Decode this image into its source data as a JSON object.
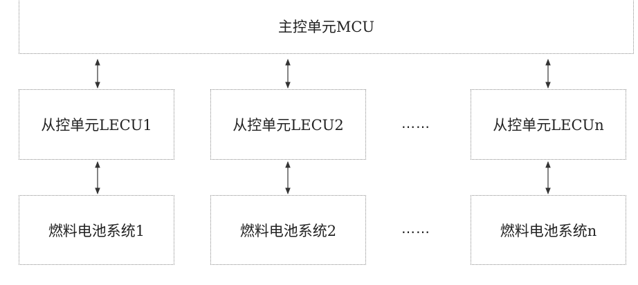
{
  "mcu": {
    "label": "主控单元MCU"
  },
  "lecu": [
    {
      "label": "从控单元LECU1"
    },
    {
      "label": "从控单元LECU2"
    },
    {
      "label": "从控单元LECUn"
    }
  ],
  "fuel": [
    {
      "label": "燃料电池系统1"
    },
    {
      "label": "燃料电池系统2"
    },
    {
      "label": "燃料电池系统n"
    }
  ],
  "ellipsis": "……"
}
